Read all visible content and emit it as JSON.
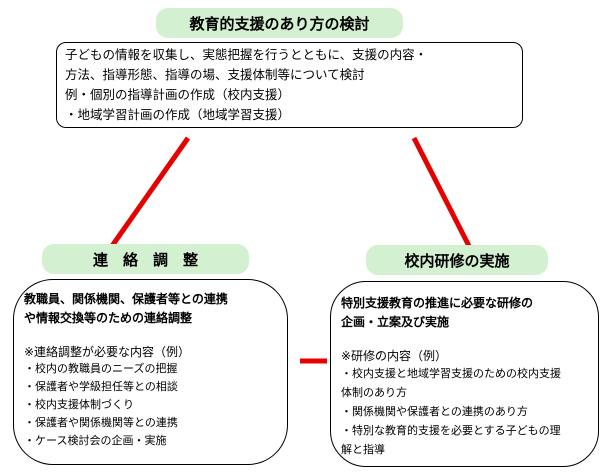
{
  "title": "教育的支援のあり方の検討",
  "top_box": {
    "lines": [
      "子どもの情報を収集し、実態把握を行うとともに、支援の内容・",
      "方法、指導形態、指導の場、支援体制等について検討",
      "例・個別の指導計画の作成（校内支援）",
      "・地域学習計画の作成（地域学習支援）"
    ]
  },
  "left": {
    "label": "連　絡　調　整",
    "heading": [
      "教職員、関係機関、保護者等との連携",
      "や情報交換等のための連絡調整"
    ],
    "sub": "※連絡調整が必要な内容（例）",
    "items": [
      "・校内の教職員のニーズの把握",
      "・保護者や学級担任等との相談",
      "・校内支援体制づくり",
      "・保護者や関係機関等との連携",
      "・ケース検討会の企画・実施"
    ]
  },
  "right": {
    "label": "校内研修の実施",
    "heading": [
      "特別支援教育の推進に必要な研修の",
      "企画・立案及び実施"
    ],
    "sub": "※研修の内容（例）",
    "items": [
      "・校内支援と地域学習支援のための校内支援",
      "体制のあり方",
      "・関係機関や保護者との連携のあり方",
      "・特別な教育的支援を必要とする子どもの理",
      "解と指導"
    ]
  },
  "colors": {
    "pill": "#d3f0d0",
    "connector": "#e60000"
  }
}
